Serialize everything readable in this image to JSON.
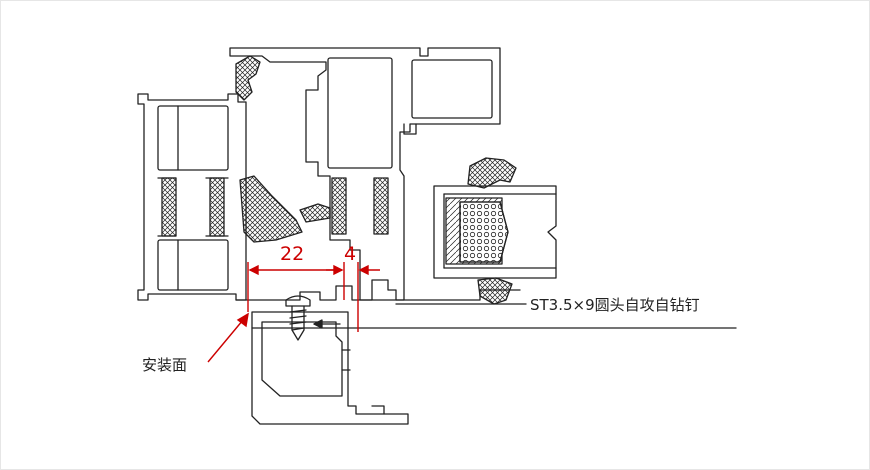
{
  "diagram": {
    "dimension_left": "22",
    "dimension_right": "4",
    "screw_label": "ST3.5×9圆头自攻自钻钉",
    "mount_label": "安装面"
  },
  "colors": {
    "line": "#222222",
    "dimension": "#cc0000",
    "fill_hatch": "#ffffff"
  }
}
